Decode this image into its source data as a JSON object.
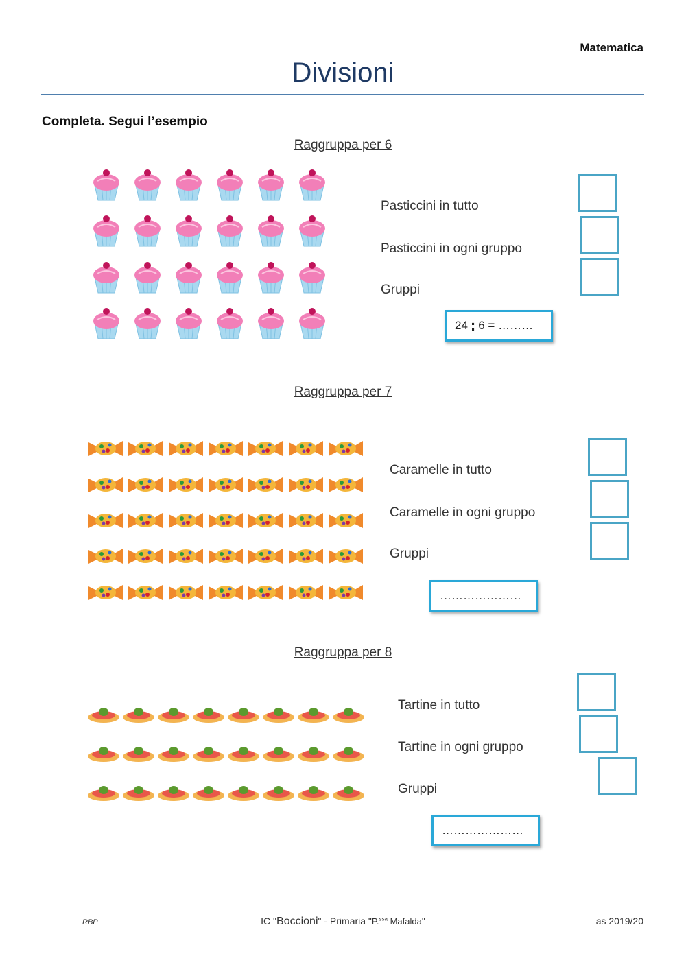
{
  "header": {
    "subject": "Matematica",
    "title": "Divisioni",
    "instruction": "Completa. Segui l’esempio"
  },
  "sections": [
    {
      "heading": "Raggruppa per 6",
      "item_icon": "cupcake-icon",
      "rows": 4,
      "cols": 6,
      "labels": [
        "Pasticcini in tutto",
        "Pasticcini in ogni gruppo",
        "Gruppi"
      ],
      "equation": {
        "dividend": "24",
        "colon": ":",
        "rest": "6 = ………"
      }
    },
    {
      "heading": "Raggruppa per 7",
      "item_icon": "candy-icon",
      "rows": 5,
      "cols": 7,
      "labels": [
        "Caramelle in tutto",
        "Caramelle in ogni gruppo",
        "Gruppi"
      ],
      "equation_text": "…………………"
    },
    {
      "heading": "Raggruppa per 8",
      "item_icon": "tartine-icon",
      "rows": 3,
      "cols": 8,
      "labels": [
        "Tartine in tutto",
        "Tartine in ogni gruppo",
        "Gruppi"
      ],
      "equation_text": "…………………"
    }
  ],
  "footer": {
    "left": "RBP",
    "center_prefix": "IC \"",
    "center_school": "Boccioni",
    "center_middle": "\" - Primaria \"",
    "center_p": "P.",
    "center_ssa": "ssa",
    "center_name": " Mafalda",
    "center_suffix": "\"",
    "right": "as 2019/20"
  },
  "colors": {
    "title": "#1f3a64",
    "rule": "#4f7fae",
    "answer_box": "#4aa5c6",
    "equation_box": "#2aa8d8",
    "cupcake_top": "#f27fb8",
    "cupcake_base": "#a9d9f0",
    "candy": "#f08a2c",
    "tartine": "#f3b451"
  }
}
